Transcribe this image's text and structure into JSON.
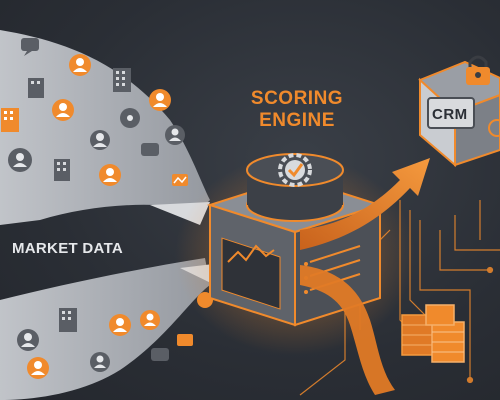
{
  "engine": {
    "title_line1": "SCORING",
    "title_line2": "ENGINE"
  },
  "market": {
    "label": "MARKET DATA"
  },
  "crm": {
    "label": "CRM"
  },
  "colors": {
    "accent": "#f08a2c",
    "background": "#2b2f36",
    "stream": "#b9bcc2",
    "cube": "#6a6e75",
    "text_light": "#e6e8eb"
  },
  "icons": [
    "user-icon",
    "building-icon",
    "chat-bubble-icon",
    "gear-check-icon",
    "lock-icon",
    "document-stack-icon",
    "circuit-lines"
  ]
}
